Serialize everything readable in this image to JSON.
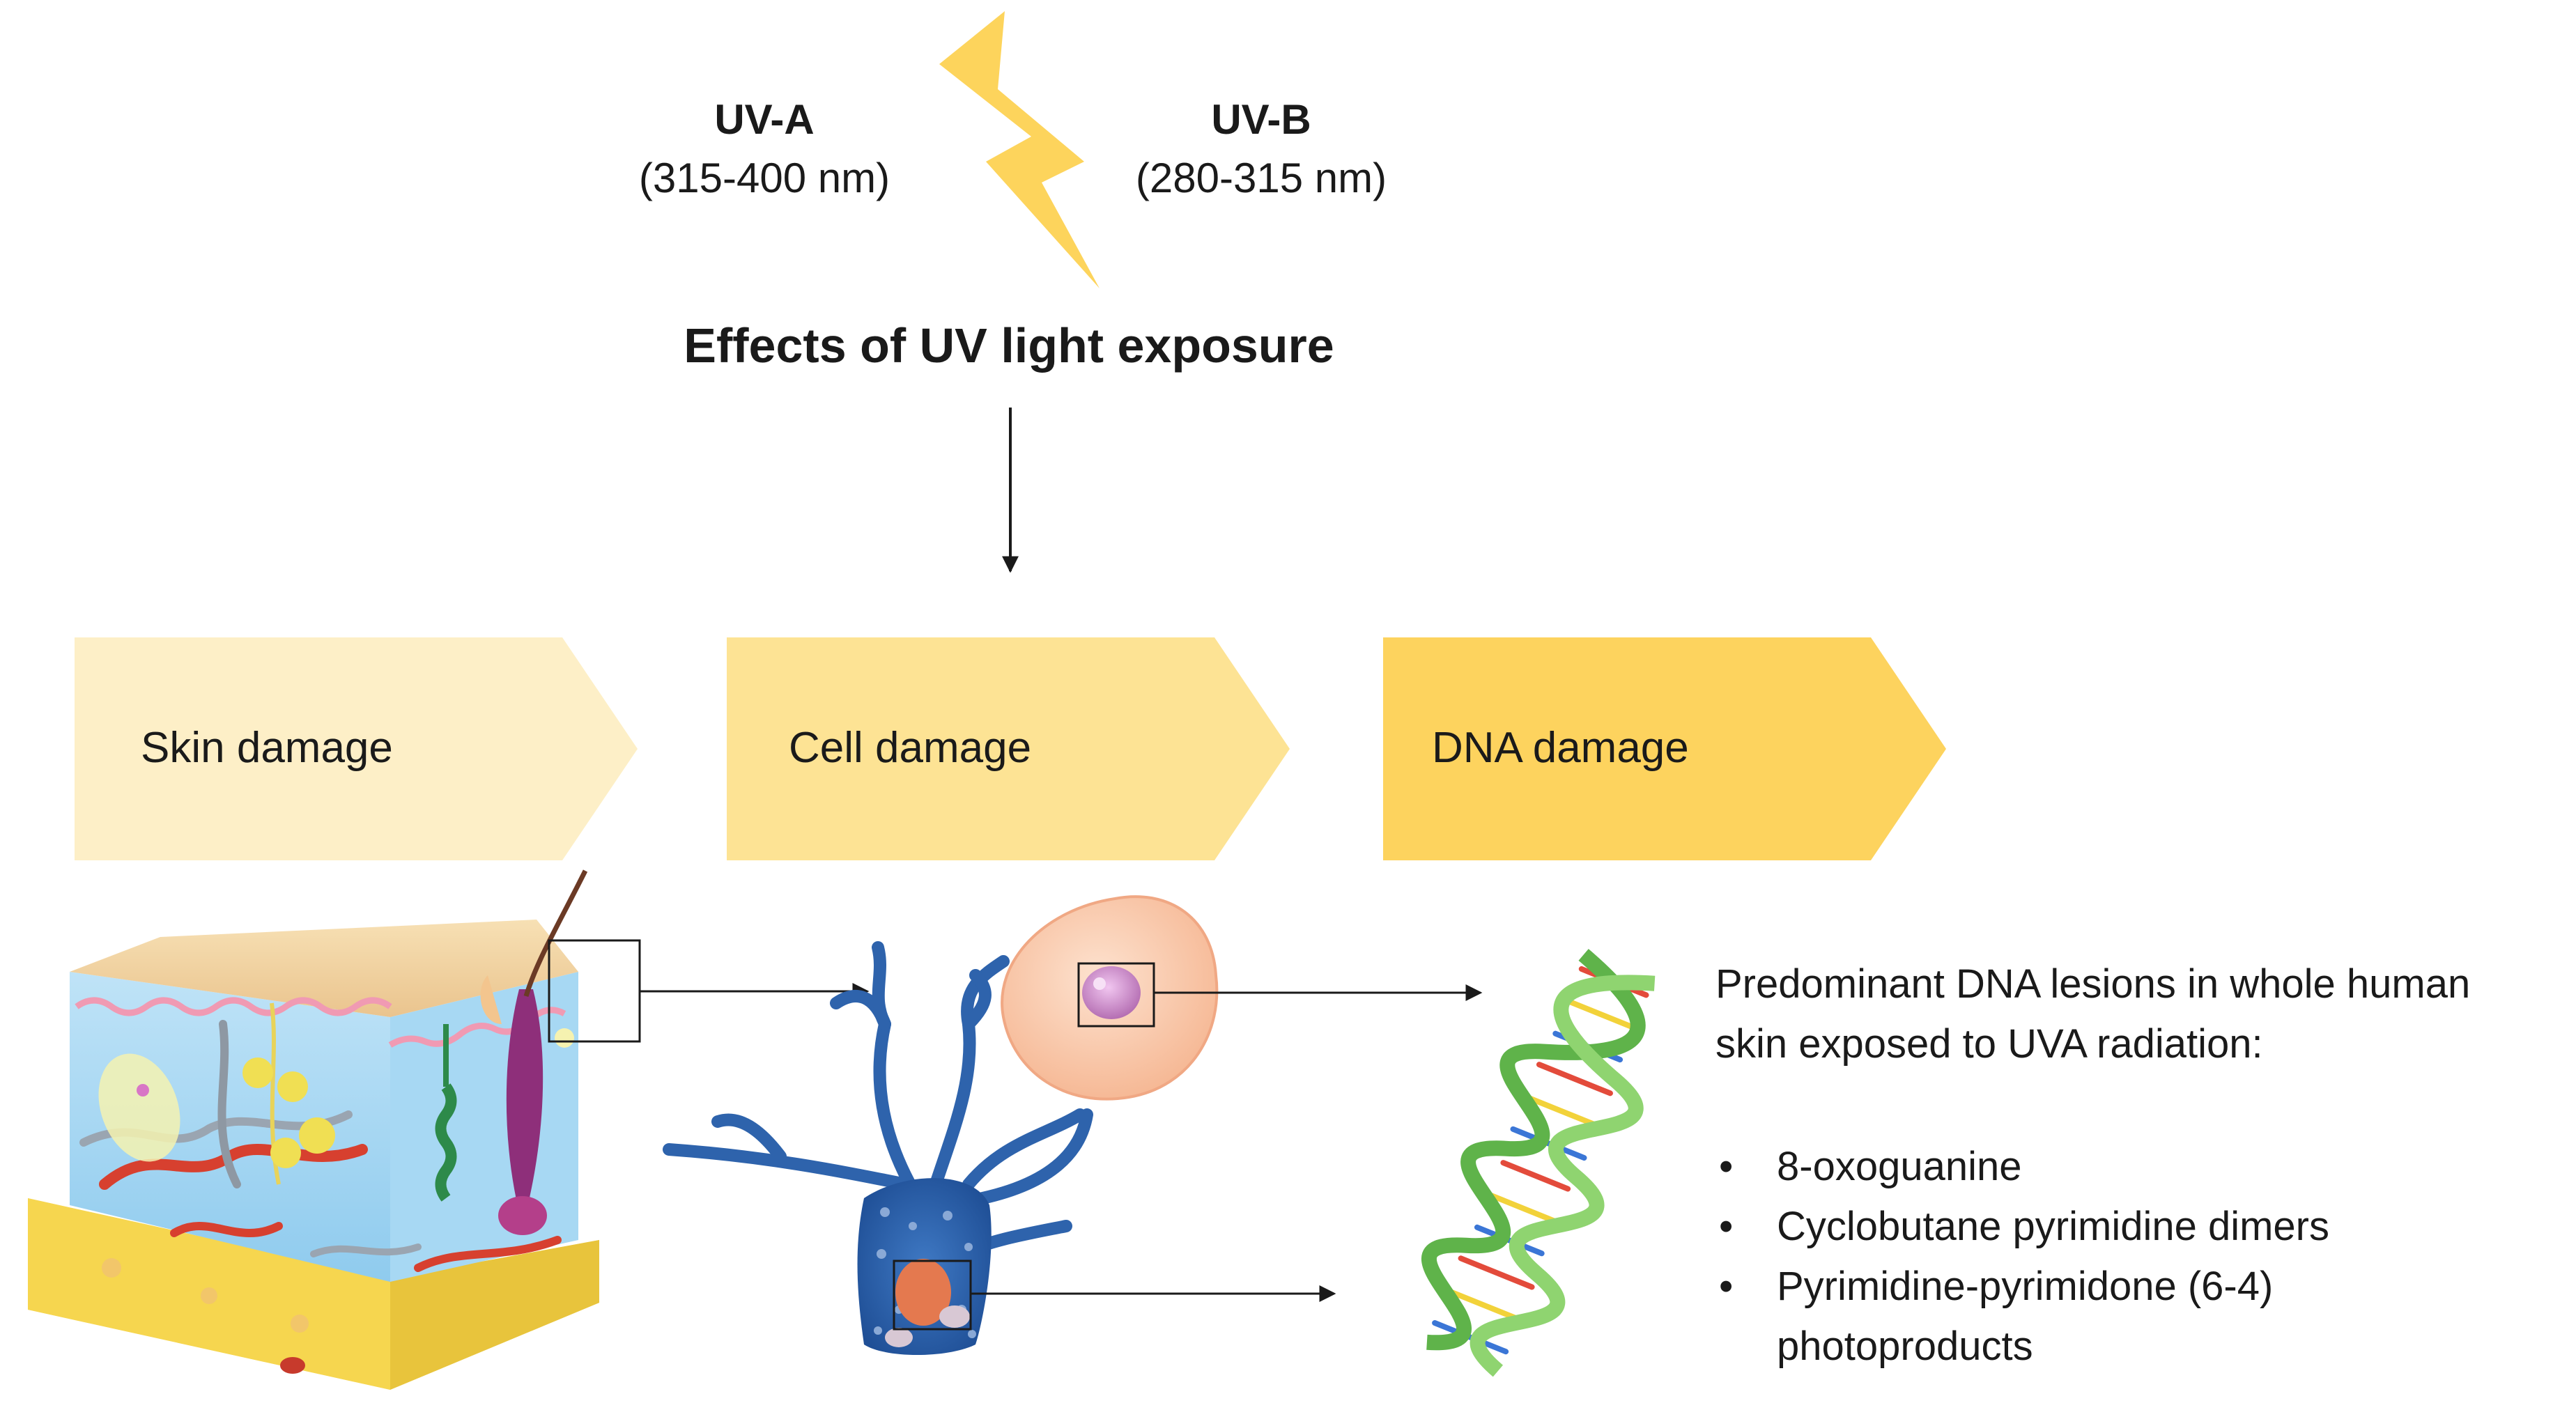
{
  "uv_a": {
    "name": "UV-A",
    "range": "(315-400 nm)"
  },
  "uv_b": {
    "name": "UV-B",
    "range": "(280-315 nm)"
  },
  "title": "Effects of UV light exposure",
  "stages": [
    {
      "label": "Skin damage",
      "color": "#FDEFC7"
    },
    {
      "label": "Cell damage",
      "color": "#FDE394"
    },
    {
      "label": "DNA damage",
      "color": "#FDD35E"
    }
  ],
  "lesions": {
    "heading_line1": "Predominant DNA lesions in whole human",
    "heading_line2": "skin exposed to UVA radiation:",
    "items": [
      {
        "line1": " 8-oxoguanine",
        "line2": ""
      },
      {
        "line1": "Cyclobutane pyrimidine dimers",
        "line2": ""
      },
      {
        "line1": "Pyrimidine-pyrimidone (6-4)",
        "line2": "photoproducts"
      }
    ]
  },
  "colors": {
    "lightning": "#FDD45C",
    "arrow": "#1a1a1a",
    "callout_box": "#1a1a1a"
  },
  "illustrations": {
    "skin": "skin-cross-section-illustration",
    "neuron": "melanocyte-cell-illustration",
    "round_cell": "keratinocyte-cell-illustration",
    "dna": "dna-double-helix-illustration"
  }
}
